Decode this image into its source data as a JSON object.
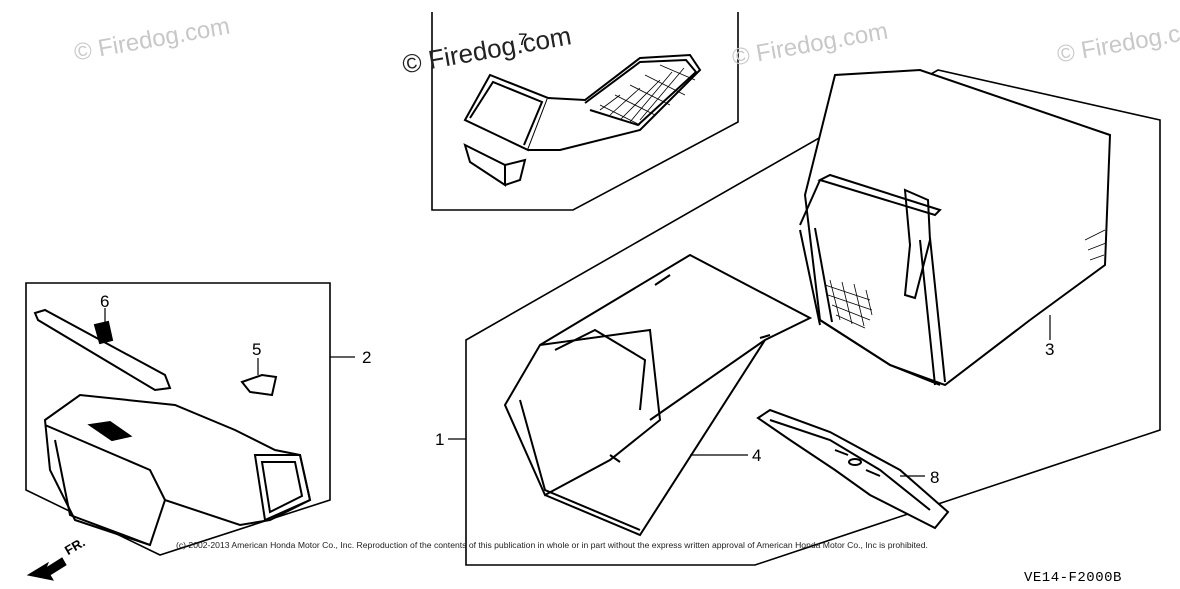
{
  "watermarks": [
    "© Firedog.com",
    "© Firedog.com",
    "© Firedog.com",
    "© Firedog.com"
  ],
  "callouts": {
    "c1": "1",
    "c2": "2",
    "c3": "3",
    "c4": "4",
    "c5": "5",
    "c6": "6",
    "c7": "7",
    "c8": "8"
  },
  "copyright": "(c) 2002-2013 American Honda Motor Co., Inc. Reproduction of the contents of this publication in whole or in part without the express written approval of American Honda Motor Co., Inc is prohibited.",
  "figure_code": "VE14-F2000B",
  "front_label": "FR."
}
